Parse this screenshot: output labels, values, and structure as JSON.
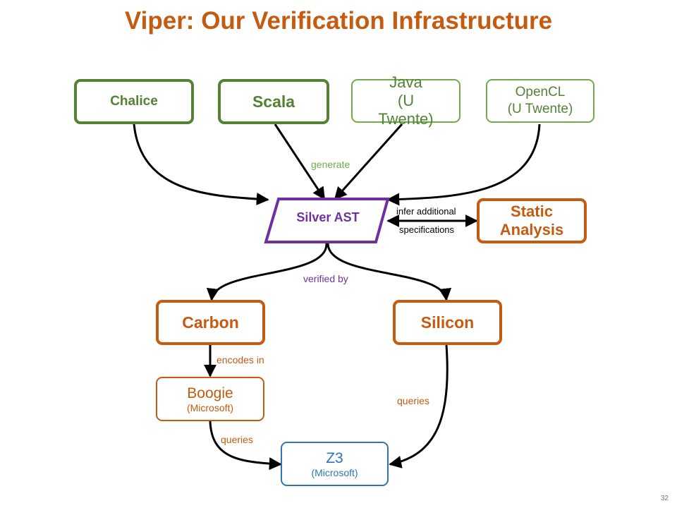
{
  "title": "Viper: Our Verification Infrastructure",
  "nodes": {
    "chalice": "Chalice",
    "scala": "Scala",
    "java": {
      "line1": "Java",
      "line2": "(U",
      "line3": "Twente)"
    },
    "opencl": {
      "line1": "OpenCL",
      "line2": "(U Twente)"
    },
    "silver_ast": "Silver AST",
    "static_analysis": {
      "line1": "Static",
      "line2": "Analysis"
    },
    "carbon": "Carbon",
    "silicon": "Silicon",
    "boogie": {
      "name": "Boogie",
      "sub": "(Microsoft)"
    },
    "z3": {
      "name": "Z3",
      "sub": "(Microsoft)"
    }
  },
  "edge_labels": {
    "generate": "generate",
    "infer_line1": "infer additional",
    "infer_line2": "specifications",
    "verified_by": "verified by",
    "encodes_in": "encodes in",
    "queries_boogie": "queries",
    "queries_silicon": "queries"
  },
  "page_number": "32",
  "colors": {
    "title": "#c55a11",
    "green": "#548235",
    "light_green": "#70ad47",
    "purple": "#7030a0",
    "orange": "#c55a11",
    "blue": "#2e75b6"
  }
}
